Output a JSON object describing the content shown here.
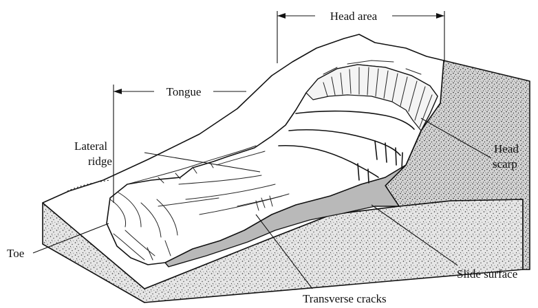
{
  "labels": {
    "head_area": "Head area",
    "tongue": "Tongue",
    "lateral_ridge_line1": "Lateral",
    "lateral_ridge_line2": "ridge",
    "head_scarp_line1": "Head",
    "head_scarp_line2": "scarp",
    "toe": "Toe",
    "slide_surface": "Slide surface",
    "transverse_cracks": "Transverse cracks"
  },
  "colors": {
    "ink": "#111111",
    "slide_surface_shade": "#b9b9b9",
    "block_face": "#d9d9d9",
    "paper": "#ffffff"
  }
}
